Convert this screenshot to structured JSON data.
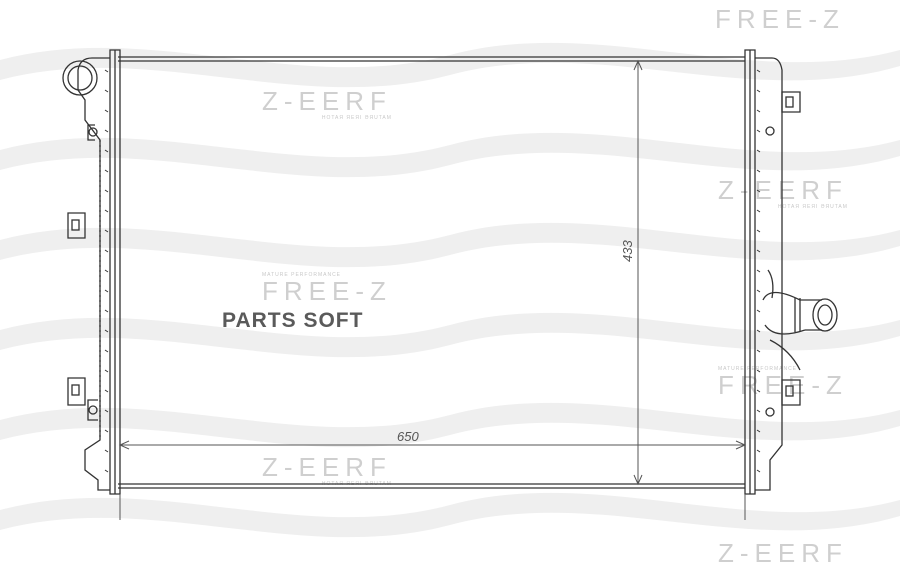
{
  "watermarks": {
    "brand": "FREE-Z",
    "brand_mirrored": "Z-EERF",
    "tagline": "HOTAЯ ЯEЯI ƏЯUTAM",
    "tagline_plain": "MATURE PERFORMANCE"
  },
  "overlay_label": "PARTS SOFT",
  "dimensions": {
    "width_mm": "650",
    "height_mm": "433"
  },
  "colors": {
    "line": "#333333",
    "wave": "#e9e9e9",
    "dim": "#555555"
  }
}
